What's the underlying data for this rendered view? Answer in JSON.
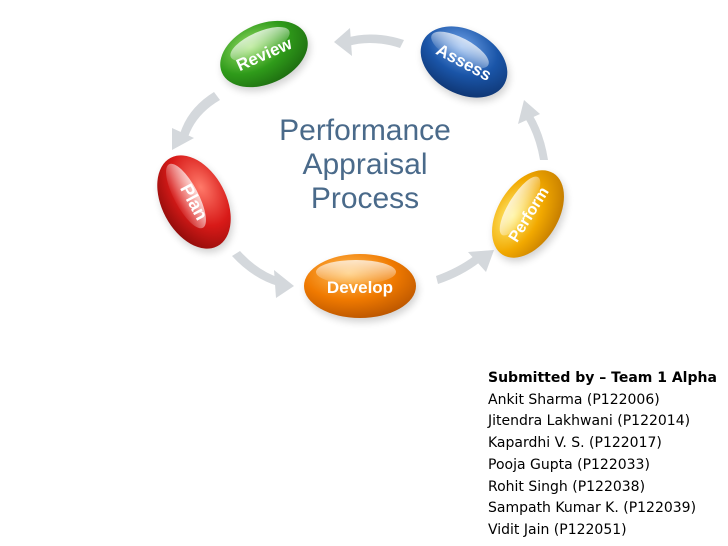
{
  "diagram": {
    "title_lines": [
      "Performance",
      "Appraisal",
      "Process"
    ],
    "stages": [
      {
        "label": "Review",
        "color": "#2f9b1a"
      },
      {
        "label": "Assess",
        "color": "#1a55a8"
      },
      {
        "label": "Perform",
        "color": "#f2a900"
      },
      {
        "label": "Develop",
        "color": "#f07a00"
      },
      {
        "label": "Plan",
        "color": "#d81a18"
      }
    ],
    "arrow_color": "#d4d8dc",
    "title_color": "#4a6a8a"
  },
  "team": {
    "heading": "Submitted by – Team 1 Alpha",
    "members": [
      "Ankit Sharma (P122006)",
      "Jitendra Lakhwani (P122014)",
      "Kapardhi V. S. (P122017)",
      "Pooja Gupta (P122033)",
      "Rohit Singh (P122038)",
      "Sampath Kumar K. (P122039)",
      "Vidit Jain (P122051)"
    ]
  }
}
